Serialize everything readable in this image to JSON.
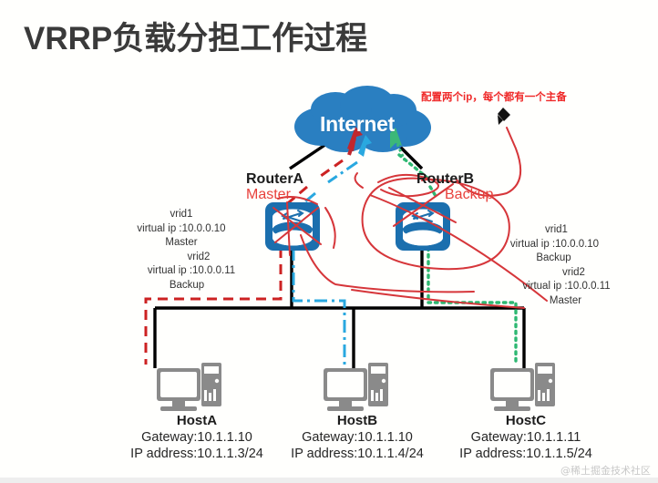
{
  "title": "VRRP负载分担工作过程",
  "annotation": {
    "text": "配置两个ip，每个都有一个主备",
    "color": "#ef2929",
    "cursor_icon": "pen-cursor-icon"
  },
  "cloud": {
    "label": "Internet",
    "color": "#2a7fc1",
    "text_color": "#ffffff"
  },
  "routers": [
    {
      "name": "RouterA",
      "state": "Master",
      "state_color": "#e8413c",
      "icon": "router-icon",
      "color": "#1b6fae"
    },
    {
      "name": "RouterB",
      "state": "Backup",
      "state_color": "#e8413c",
      "icon": "router-icon",
      "color": "#1b6fae"
    }
  ],
  "info_left": {
    "l1": "vrid1",
    "l2": "virtual ip :10.0.0.10",
    "l3": "Master",
    "l4": "vrid2",
    "l5": "virtual ip :10.0.0.11",
    "l6": "Backup"
  },
  "info_right": {
    "l1": "vrid1",
    "l2": "virtual ip :10.0.0.10",
    "l3": "Backup",
    "l4": "vrid2",
    "l5": "virtual ip :10.0.0.11",
    "l6": "Master"
  },
  "hosts": [
    {
      "name": "HostA",
      "gateway": "Gateway:10.1.1.10",
      "ip": "IP address:10.1.1.3/24",
      "icon": "desktop-computer-icon"
    },
    {
      "name": "HostB",
      "gateway": "Gateway:10.1.1.10",
      "ip": "IP address:10.1.1.4/24",
      "icon": "desktop-computer-icon"
    },
    {
      "name": "HostC",
      "gateway": "Gateway:10.1.1.11",
      "ip": "IP address:10.1.1.5/24",
      "icon": "desktop-computer-icon"
    }
  ],
  "paths": {
    "red_dashed_color": "#cc2222",
    "cyan_dashdot_color": "#29a8e0",
    "green_dotted_color": "#2eb872",
    "link_color": "#000000",
    "ink_color": "#d6363a"
  },
  "watermark": "@稀土掘金技术社区"
}
